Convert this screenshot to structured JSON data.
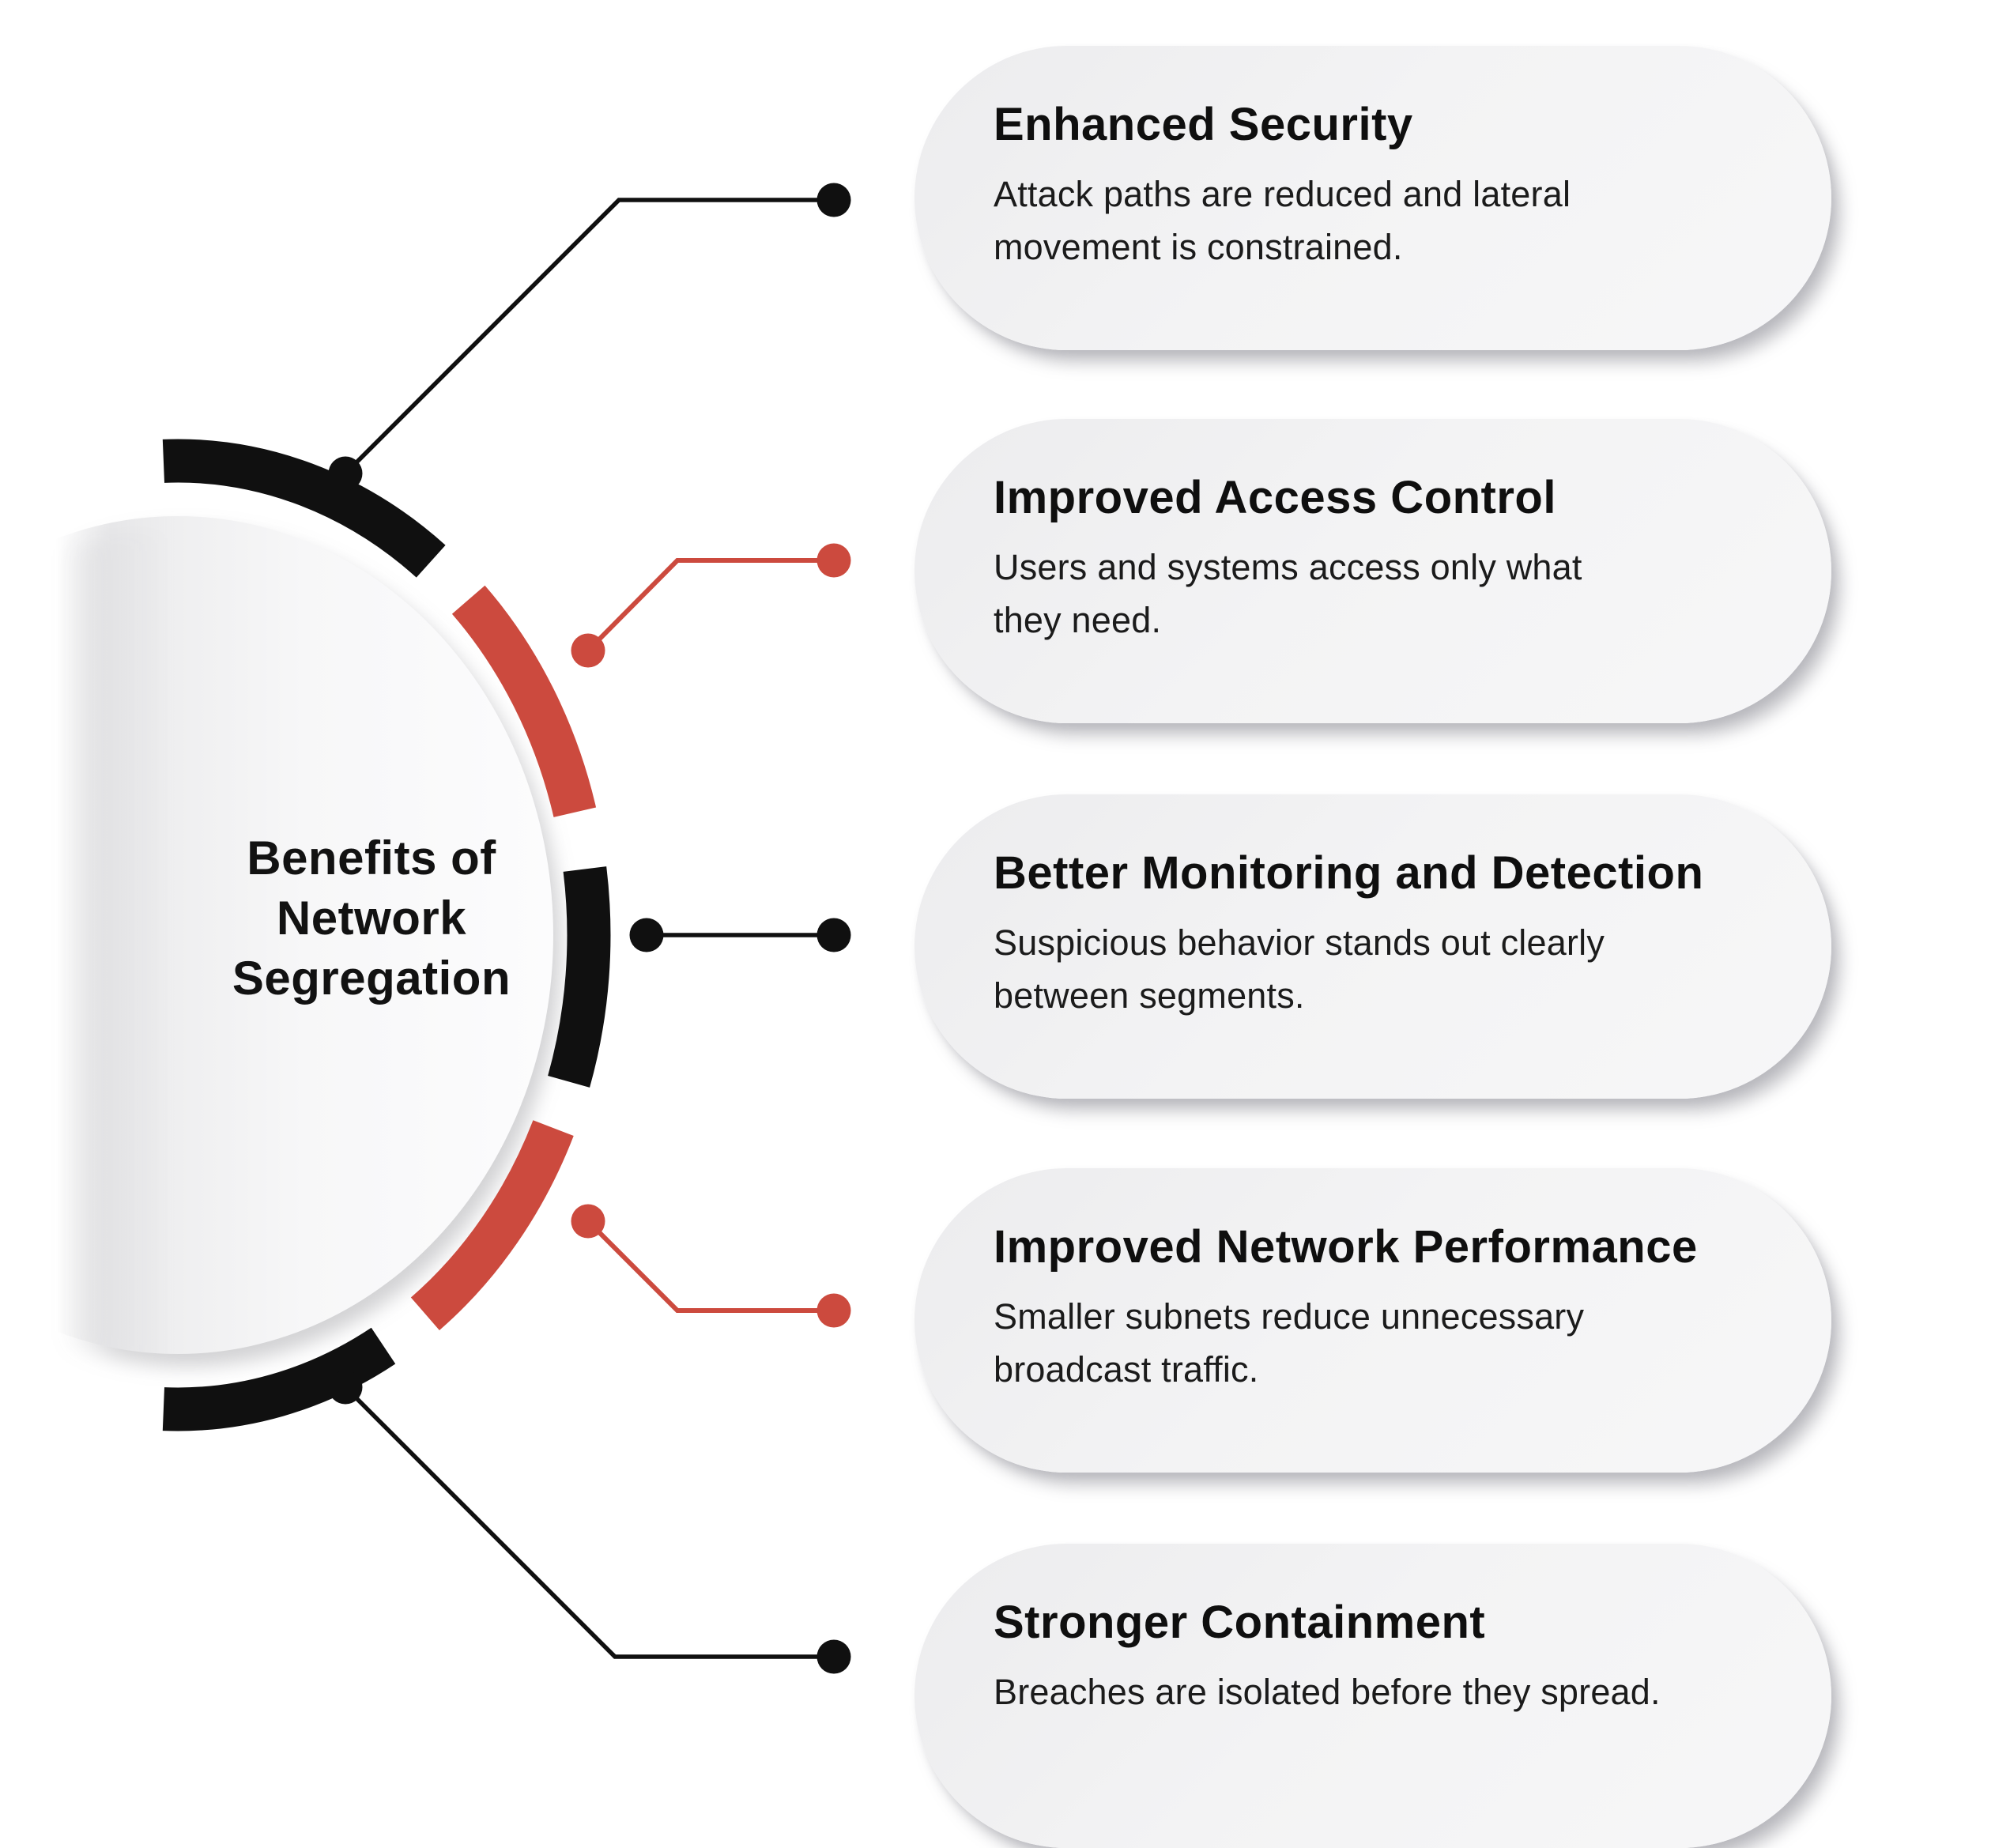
{
  "colors": {
    "black": "#101010",
    "red": "#CC4A3E",
    "card_background": "#f3f3f4",
    "page_background": "#ffffff",
    "text_dark": "#0f0f0f"
  },
  "center": {
    "title": "Benefits of Network Segregation",
    "title_lines": [
      "Benefits of",
      "Network",
      "Segregation"
    ]
  },
  "cards": [
    {
      "title": "Enhanced Security",
      "body_lines": [
        "Attack paths are reduced and lateral",
        "movement is constrained."
      ],
      "connector_color": "black"
    },
    {
      "title": "Improved Access Control",
      "body_lines": [
        "Users and systems access only what",
        "they need."
      ],
      "connector_color": "red"
    },
    {
      "title": "Better Monitoring and Detection",
      "body_lines": [
        "Suspicious behavior stands out clearly",
        "between segments."
      ],
      "connector_color": "black"
    },
    {
      "title": "Improved Network Performance",
      "body_lines": [
        "Smaller subnets reduce unnecessary",
        "broadcast traffic."
      ],
      "connector_color": "red"
    },
    {
      "title": "Stronger Containment",
      "body_lines": [
        "Breaches are isolated before they spread."
      ],
      "connector_color": "black"
    }
  ]
}
